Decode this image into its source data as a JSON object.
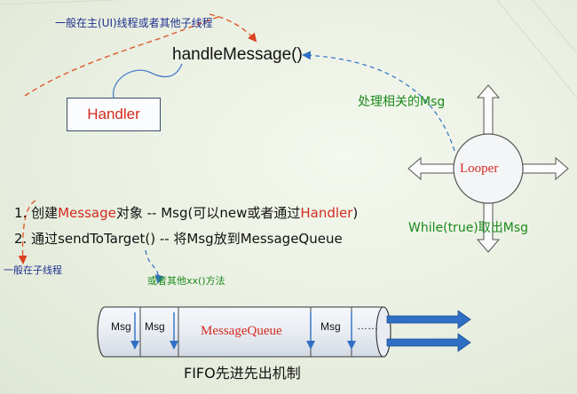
{
  "handle_message": "handleMessage()",
  "thread_note_main": "一般在主(UI)线程或者其他子线程",
  "handler_label": "Handler",
  "process_note": "处理相关的Msg",
  "looper_label": "Looper",
  "while_note": "While(true)取出Msg",
  "step1": {
    "prefix": "1. 创建",
    "message": "Message",
    "middle": "对象 -- Msg(可以new或者通过",
    "handler": "Handler",
    "suffix": ")"
  },
  "step2": "2. 通过sendToTarget() -- 将Msg放到MessageQueue",
  "thread_note_sub": "一般在子线程",
  "other_methods_note": "或者其他xx()方法",
  "queue": {
    "name": "MessageQueue",
    "msg1": "Msg",
    "msg2": "Msg",
    "msg3": "Msg",
    "ellipsis": "……"
  },
  "fifo_label": "FIFO先进先出机制",
  "colors": {
    "red": "#d42a1f",
    "green": "#1c8a1c",
    "navy": "#1f2f8f",
    "arrow_blue": "#2e6fc4",
    "dashed_orange": "#e0582a"
  }
}
